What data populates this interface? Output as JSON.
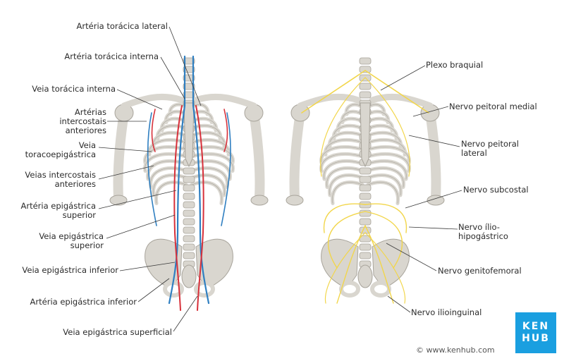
{
  "colors": {
    "bone": "#d9d6cf",
    "bone_shadow": "#a8a49b",
    "artery": "#d7303a",
    "vein": "#2f7fc1",
    "nerve": "#f2d64b",
    "leader": "#3a3a3a",
    "brand": "#1a9fe0"
  },
  "left_labels": {
    "a1": "Artéria torácica lateral",
    "a2": "Artéria torácica interna",
    "a3": "Veia torácica interna",
    "a4": [
      "Artérias",
      "intercostais",
      "anteriores"
    ],
    "a5": [
      "Veia",
      "toracoepigástrica"
    ],
    "a6": [
      "Veias intercostais",
      "anteriores"
    ],
    "a7": [
      "Artéria epigástrica",
      "superior"
    ],
    "a8": [
      "Veia epigástrica",
      "superior"
    ],
    "a9": "Veia epigástrica inferior",
    "a10": "Artéria epigástrica inferior",
    "a11": "Veia epigástrica superficial"
  },
  "right_labels": {
    "b1": "Plexo braquial",
    "b2": "Nervo peitoral medial",
    "b3": [
      "Nervo peitoral",
      "lateral"
    ],
    "b4": "Nervo subcostal",
    "b5": [
      "Nervo ílio-",
      "hipogástrico"
    ],
    "b6": "Nervo genitofemoral",
    "b7": "Nervo ilioinguinal"
  },
  "brand": {
    "line1": "KEN",
    "line2": "HUB",
    "copyright": "© www.kenhub.com"
  }
}
